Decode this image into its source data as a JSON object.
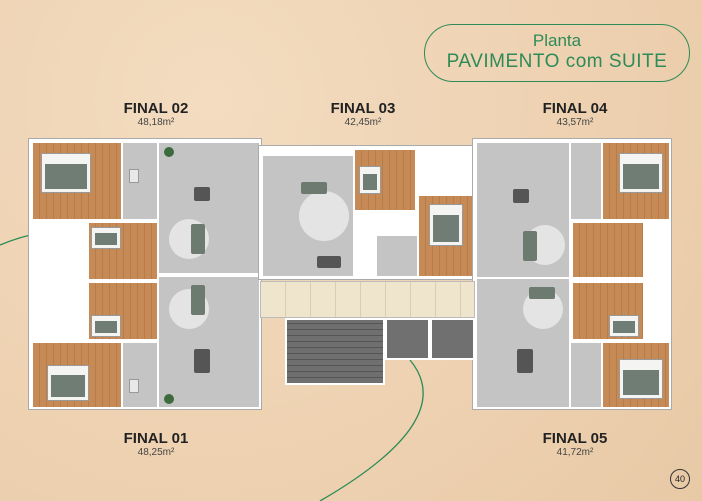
{
  "header": {
    "title_line1": "Planta",
    "title_line2": "PAVIMENTO com SUITE"
  },
  "units": [
    {
      "name": "FINAL 02",
      "area": "48,18m²"
    },
    {
      "name": "FINAL 03",
      "area": "42,45m²"
    },
    {
      "name": "FINAL 04",
      "area": "43,57m²"
    },
    {
      "name": "FINAL 01",
      "area": "48,25m²"
    },
    {
      "name": "FINAL 05",
      "area": "41,72m²"
    }
  ],
  "page_number": "40",
  "colors": {
    "accent": "#2e8b57",
    "background": "#efd5b5"
  }
}
